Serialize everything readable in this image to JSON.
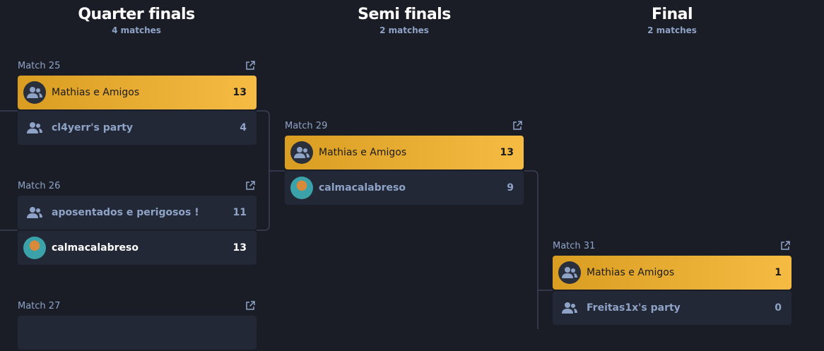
{
  "columns": [
    {
      "title": "Quarter finals",
      "subtitle": "4 matches"
    },
    {
      "title": "Semi finals",
      "subtitle": "2 matches"
    },
    {
      "title": "Final",
      "subtitle": "2 matches"
    }
  ],
  "matches": [
    {
      "label": "Match 25",
      "teams": [
        {
          "name": "Mathias e Amigos",
          "score": "13"
        },
        {
          "name": "cl4yerr's party",
          "score": "4"
        }
      ]
    },
    {
      "label": "Match 26",
      "teams": [
        {
          "name": "aposentados e perigosos !",
          "score": "11"
        },
        {
          "name": "calmacalabreso",
          "score": "13"
        }
      ]
    },
    {
      "label": "Match 27",
      "teams": []
    },
    {
      "label": "Match 29",
      "teams": [
        {
          "name": "Mathias e Amigos",
          "score": "13"
        },
        {
          "name": "calmacalabreso",
          "score": "9"
        }
      ]
    },
    {
      "label": "Match 31",
      "teams": [
        {
          "name": "Mathias e Amigos",
          "score": "1"
        },
        {
          "name": "Freitas1x's party",
          "score": "0"
        }
      ]
    }
  ],
  "icons": {
    "team": "users-icon",
    "open": "external-link-icon"
  },
  "colors": {
    "background": "#1a1d26",
    "winner_gradient_start": "#d99d21",
    "winner_gradient_end": "#f5bb43",
    "card": "#222836",
    "muted_text": "#8fa3c7"
  }
}
